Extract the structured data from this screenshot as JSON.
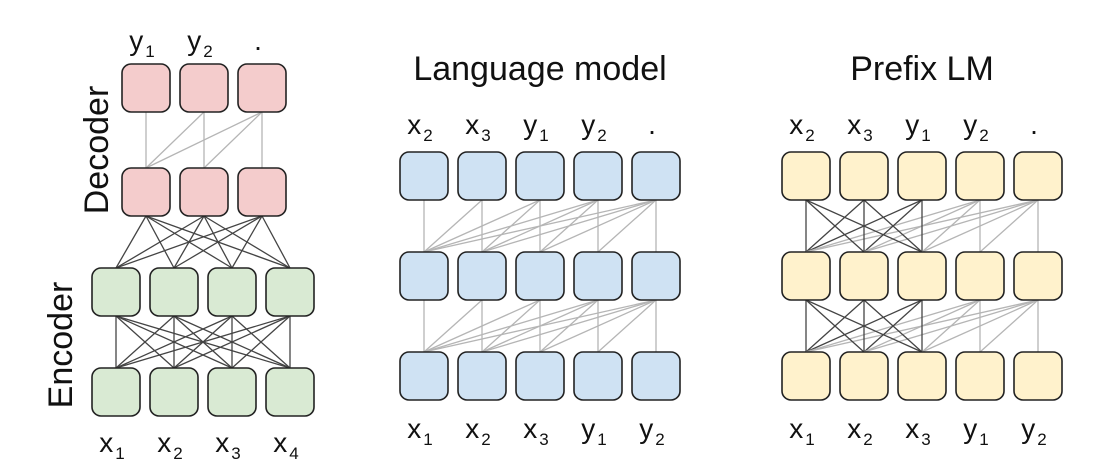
{
  "colors": {
    "decoder_fill": "#f4cccc",
    "encoder_fill": "#d9ead3",
    "lm_fill": "#cfe2f3",
    "prefix_fill": "#fff2cc",
    "box_stroke": "#222222",
    "dark_edge": "#444444",
    "light_edge": "#b5b5b5"
  },
  "panels": {
    "encdec": {
      "decoder_label": "Decoder",
      "encoder_label": "Encoder",
      "top_tokens": [
        {
          "base": "y",
          "sub": "1"
        },
        {
          "base": "y",
          "sub": "2"
        },
        {
          "base": ".",
          "sub": ""
        }
      ],
      "bottom_tokens": [
        {
          "base": "x",
          "sub": "1"
        },
        {
          "base": "x",
          "sub": "2"
        },
        {
          "base": "x",
          "sub": "3"
        },
        {
          "base": "x",
          "sub": "4"
        }
      ]
    },
    "lm": {
      "title": "Language model",
      "top_tokens": [
        {
          "base": "x",
          "sub": "2"
        },
        {
          "base": "x",
          "sub": "3"
        },
        {
          "base": "y",
          "sub": "1"
        },
        {
          "base": "y",
          "sub": "2"
        },
        {
          "base": ".",
          "sub": ""
        }
      ],
      "bottom_tokens": [
        {
          "base": "x",
          "sub": "1"
        },
        {
          "base": "x",
          "sub": "2"
        },
        {
          "base": "x",
          "sub": "3"
        },
        {
          "base": "y",
          "sub": "1"
        },
        {
          "base": "y",
          "sub": "2"
        }
      ]
    },
    "prefix": {
      "title": "Prefix LM",
      "prefix_length": 3,
      "top_tokens": [
        {
          "base": "x",
          "sub": "2"
        },
        {
          "base": "x",
          "sub": "3"
        },
        {
          "base": "y",
          "sub": "1"
        },
        {
          "base": "y",
          "sub": "2"
        },
        {
          "base": ".",
          "sub": ""
        }
      ],
      "bottom_tokens": [
        {
          "base": "x",
          "sub": "1"
        },
        {
          "base": "x",
          "sub": "2"
        },
        {
          "base": "x",
          "sub": "3"
        },
        {
          "base": "y",
          "sub": "1"
        },
        {
          "base": "y",
          "sub": "2"
        }
      ]
    }
  }
}
